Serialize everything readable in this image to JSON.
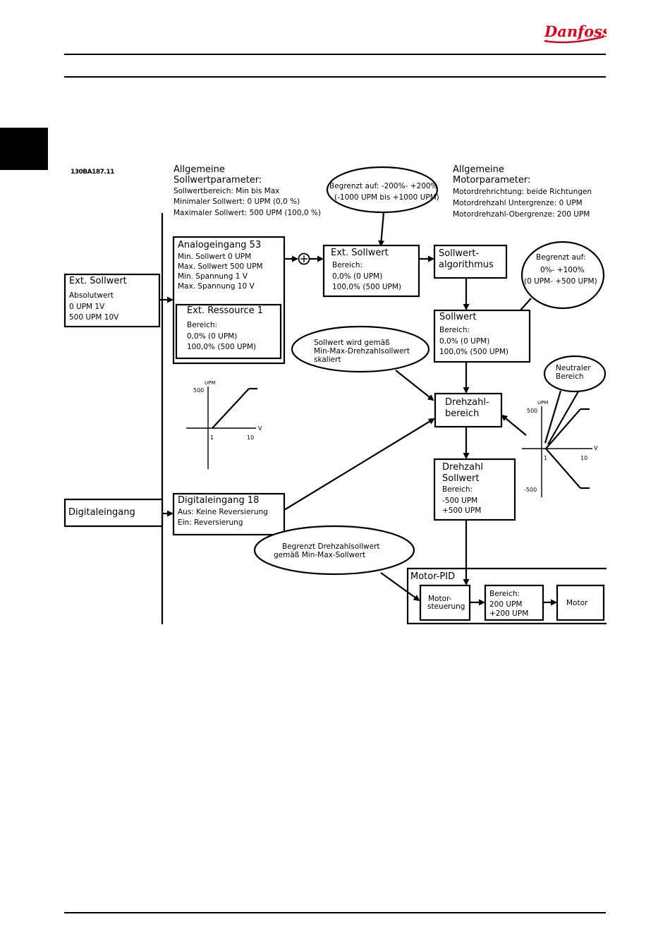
{
  "brand": {
    "logo_text": "Danfoss",
    "color": "#e2001a"
  },
  "diagram": {
    "ref": "130BA187.11",
    "general_ref": {
      "title1": "Allgemeine",
      "title2": "Sollwertparameter:",
      "l1": "Sollwertbereich: Min bis Max",
      "l2": "Minimaler Sollwert: 0 UPM (0,0 %)",
      "l3": "Maximaler Sollwert: 500 UPM (100,0 %)"
    },
    "general_motor": {
      "title1": "Allgemeine",
      "title2": "Motorparameter:",
      "l1": "Motordrehrichtung: beide Richtungen",
      "l2": "Motordrehzahl Untergrenze: 0 UPM",
      "l3": "Motordrehzahl-Obergrenze: 200 UPM"
    },
    "limit_bubble": {
      "l1": "Begrenzt auf: -200%- +200%",
      "l2": "(-1000 UPM bis +1000 UPM)"
    },
    "ext_ref_left": {
      "title": "Ext. Sollwert",
      "l1": "Absolutwert",
      "l2": "0 UPM  1V",
      "l3": "500 UPM  10V"
    },
    "analog": {
      "title": "Analogeingang 53",
      "l1": "Min. Sollwert 0 UPM",
      "l2": "Max. Sollwert 500 UPM",
      "l3": "Min. Spannung 1 V",
      "l4": "Max. Spannung 10 V"
    },
    "ext_resource": {
      "title": "Ext. Ressource 1",
      "l1": "Bereich:",
      "l2": "0,0% (0 UPM)",
      "l3": "100,0% (500 UPM)"
    },
    "ext_ref_mid": {
      "title": "Ext. Sollwert",
      "l1": "Bereich:",
      "l2": "0,0% (0 UPM)",
      "l3": "100,0% (500 UPM)"
    },
    "ref_algo": {
      "l1": "Sollwert-",
      "l2": "algorithmus"
    },
    "limit_bubble2": {
      "l1": "Begrenzt auf:",
      "l2": "0%- +100%",
      "l3": "(0 UPM- +500 UPM)"
    },
    "sollwert": {
      "title": "Sollwert",
      "l1": "Bereich:",
      "l2": "0,0% (0 UPM)",
      "l3": "100,0% (500 UPM)"
    },
    "scale_bubble": {
      "l1": "Sollwert wird gemäß",
      "l2": "Min-Max-Drehzahlsollwert",
      "l3": "skaliert"
    },
    "speed_range": {
      "l1": "Drehzahl-",
      "l2": "bereich"
    },
    "neutral_bubble": {
      "l1": "Neutraler",
      "l2": "Bereich"
    },
    "graph_left": {
      "y_label": "UPM",
      "y_tick": "500",
      "x_label": "V",
      "x_tick1": "1",
      "x_tick2": "10"
    },
    "graph_right": {
      "y_label": "UPM",
      "y_top": "500",
      "y_bottom": "-500",
      "x_label": "V",
      "x_tick1": "1",
      "x_tick2": "10"
    },
    "speed_ref": {
      "l1": "Drehzahl",
      "l2": "Sollwert",
      "l3": "Bereich:",
      "l4": "-500 UPM",
      "l5": "+500 UPM"
    },
    "digital_left": {
      "title": "Digitaleingang"
    },
    "digital_18": {
      "title": "Digitaleingang 18",
      "l1": "Aus: Keine Reversierung",
      "l2": "Ein: Reversierung"
    },
    "limit_bubble3": {
      "l1": "Begrenzt Drehzahlsollwert",
      "l2": "gemäß Min-Max-Sollwert"
    },
    "motor_pid": {
      "title": "Motor-PID"
    },
    "motor_ctrl": {
      "l1": "Motor-",
      "l2": "steuerung"
    },
    "range_box": {
      "l1": "Bereich:",
      "l2": " 200 UPM",
      "l3": "+200 UPM"
    },
    "motor": {
      "title": "Motor"
    }
  }
}
